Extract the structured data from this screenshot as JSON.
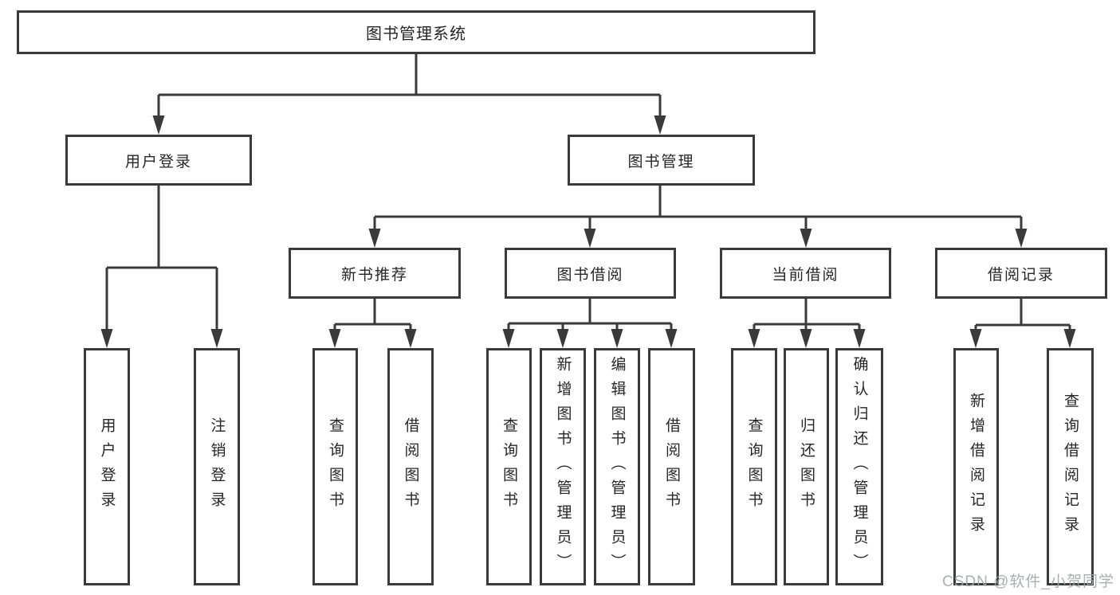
{
  "tree": {
    "root": "图书管理系统",
    "branches": [
      {
        "label": "用户登录",
        "children": [
          "用户登录",
          "注销登录"
        ]
      },
      {
        "label": "图书管理",
        "groups": [
          {
            "label": "新书推荐",
            "children": [
              "查询图书",
              "借阅图书"
            ]
          },
          {
            "label": "图书借阅",
            "children": [
              "查询图书",
              "新增图书（管理员）",
              "编辑图书（管理员）",
              "借阅图书"
            ]
          },
          {
            "label": "当前借阅",
            "children": [
              "查询图书",
              "归还图书",
              "确认归还（管理员）"
            ]
          },
          {
            "label": "借阅记录",
            "children": [
              "新增借阅记录",
              "查询借阅记录"
            ]
          }
        ]
      }
    ]
  },
  "watermark": "CSDN @软件_小贺同学",
  "colors": {
    "line": "#3a3a3a",
    "text": "#262626",
    "background": "#ffffff",
    "watermark": "#a3a6aa"
  }
}
